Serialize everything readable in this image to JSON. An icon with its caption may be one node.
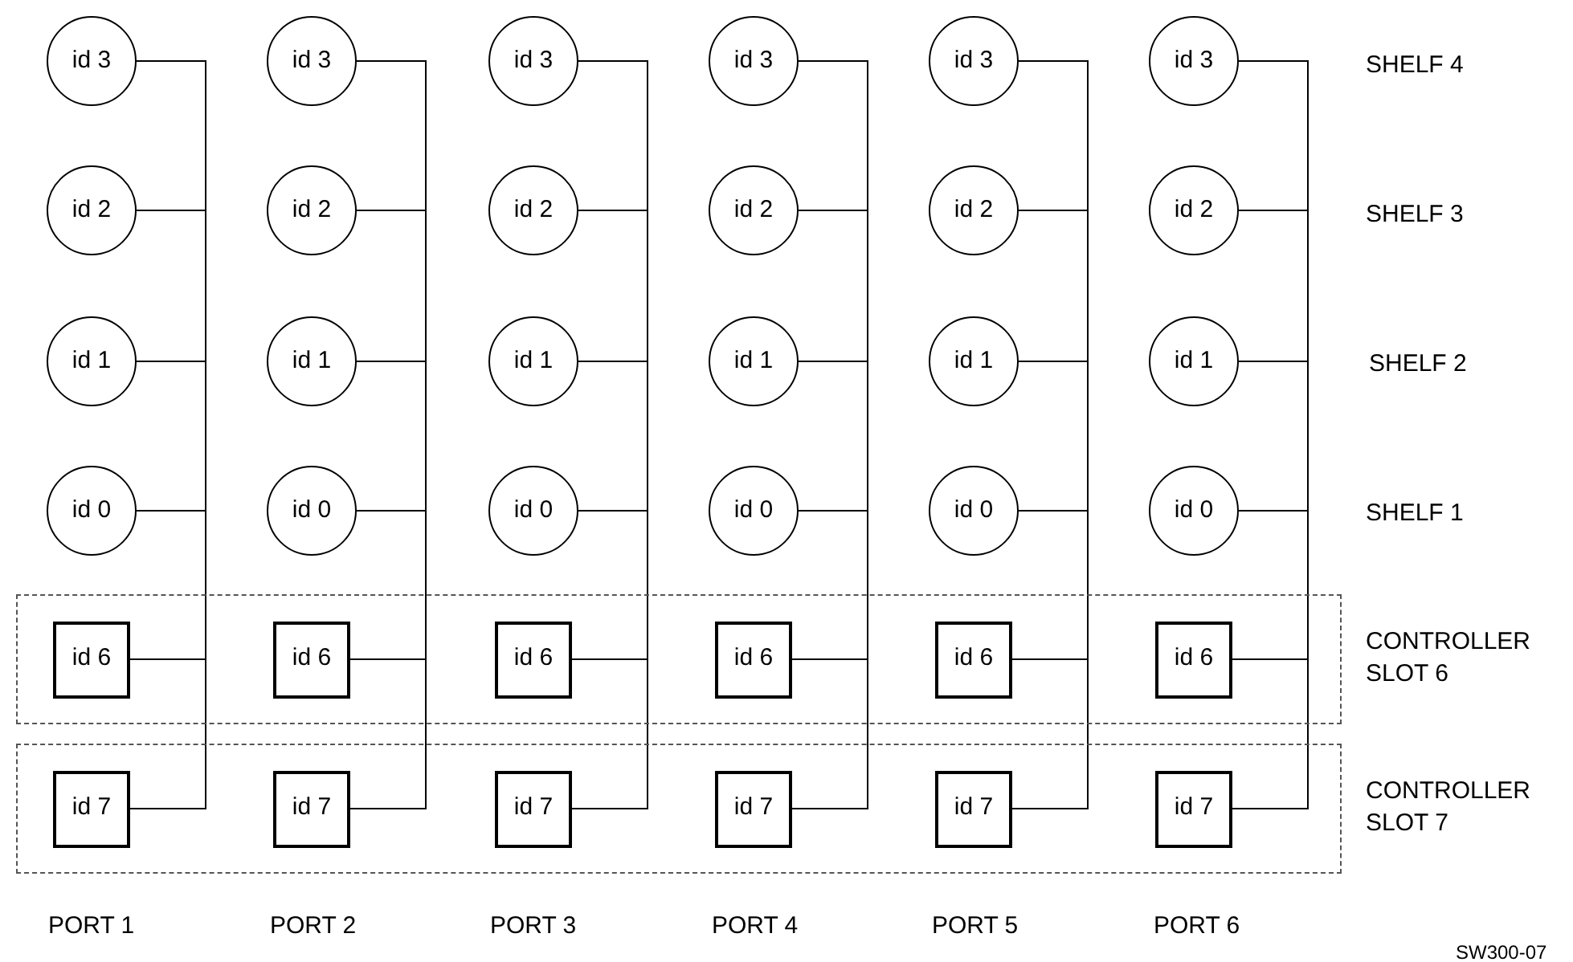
{
  "diagram": {
    "nodes": [
      {
        "text": [
          "id 3"
        ]
      },
      {
        "text": [
          "id 3"
        ]
      },
      {
        "text": [
          "id 3"
        ]
      },
      {
        "text": [
          "id 3"
        ]
      },
      {
        "text": [
          "id 3"
        ]
      },
      {
        "text": [
          "id 3"
        ]
      },
      {
        "text": [
          "id 2"
        ]
      },
      {
        "text": [
          "id 2"
        ]
      },
      {
        "text": [
          "id 2"
        ]
      },
      {
        "text": [
          "id 2"
        ]
      },
      {
        "text": [
          "id 2"
        ]
      },
      {
        "text": [
          "id 2"
        ]
      },
      {
        "text": [
          "id 1"
        ]
      },
      {
        "text": [
          "id 1"
        ]
      },
      {
        "text": [
          "id 1"
        ]
      },
      {
        "text": [
          "id 1"
        ]
      },
      {
        "text": [
          "id 1"
        ]
      },
      {
        "text": [
          "id 1"
        ]
      },
      {
        "text": [
          "id 0"
        ]
      },
      {
        "text": [
          "id 0"
        ]
      },
      {
        "text": [
          "id 0"
        ]
      },
      {
        "text": [
          "id 0"
        ]
      },
      {
        "text": [
          "id 0"
        ]
      },
      {
        "text": [
          "id 0"
        ]
      },
      {
        "text": [
          "CONTROLLER SLOT 6"
        ]
      },
      {
        "text": [
          "id 6"
        ],
        "in": 24
      },
      {
        "text": [
          "id 6"
        ],
        "in": 24
      },
      {
        "text": [
          "id 6"
        ],
        "in": 24
      },
      {
        "text": [
          "id 6"
        ],
        "in": 24
      },
      {
        "text": [
          "id 6"
        ],
        "in": 24
      },
      {
        "text": [
          "id 6"
        ],
        "in": 24
      },
      {
        "text": [
          "CONTROLLER SLOT 7"
        ]
      },
      {
        "text": [
          "id 7"
        ],
        "in": 31
      },
      {
        "text": [
          "id 7"
        ],
        "in": 31
      },
      {
        "text": [
          "id 7"
        ],
        "in": 31
      },
      {
        "text": [
          "id 7"
        ],
        "in": 31
      },
      {
        "text": [
          "id 7"
        ],
        "in": 31
      },
      {
        "text": [
          "id 7"
        ],
        "in": 31
      }
    ],
    "edges": [
      {
        "from": 0,
        "to": 6,
        "arrow": "none"
      },
      {
        "from": 6,
        "to": 12,
        "arrow": "none"
      },
      {
        "from": 12,
        "to": 18,
        "arrow": "none"
      },
      {
        "from": 18,
        "to": 25,
        "arrow": "none"
      },
      {
        "from": 25,
        "to": 32,
        "arrow": "none"
      },
      {
        "from": 1,
        "to": 7,
        "arrow": "none"
      },
      {
        "from": 7,
        "to": 13,
        "arrow": "none"
      },
      {
        "from": 13,
        "to": 19,
        "arrow": "none"
      },
      {
        "from": 19,
        "to": 26,
        "arrow": "none"
      },
      {
        "from": 26,
        "to": 33,
        "arrow": "none"
      },
      {
        "from": 2,
        "to": 8,
        "arrow": "none"
      },
      {
        "from": 8,
        "to": 14,
        "arrow": "none"
      },
      {
        "from": 14,
        "to": 20,
        "arrow": "none"
      },
      {
        "from": 20,
        "to": 27,
        "arrow": "none"
      },
      {
        "from": 27,
        "to": 34,
        "arrow": "none"
      },
      {
        "from": 3,
        "to": 9,
        "arrow": "none"
      },
      {
        "from": 9,
        "to": 15,
        "arrow": "none"
      },
      {
        "from": 15,
        "to": 21,
        "arrow": "none"
      },
      {
        "from": 21,
        "to": 28,
        "arrow": "none"
      },
      {
        "from": 28,
        "to": 35,
        "arrow": "none"
      },
      {
        "from": 4,
        "to": 10,
        "arrow": "none"
      },
      {
        "from": 10,
        "to": 16,
        "arrow": "none"
      },
      {
        "from": 16,
        "to": 22,
        "arrow": "none"
      },
      {
        "from": 22,
        "to": 29,
        "arrow": "none"
      },
      {
        "from": 29,
        "to": 36,
        "arrow": "none"
      },
      {
        "from": 5,
        "to": 11,
        "arrow": "none"
      },
      {
        "from": 11,
        "to": 17,
        "arrow": "none"
      },
      {
        "from": 17,
        "to": 23,
        "arrow": "none"
      },
      {
        "from": 23,
        "to": 30,
        "arrow": "none"
      },
      {
        "from": 30,
        "to": 37,
        "arrow": "none"
      }
    ],
    "labels": [
      "SHELF 4",
      "SHELF 3",
      "SHELF 2",
      "SHELF 1",
      "PORT 1",
      "PORT 2",
      "PORT 3",
      "PORT 4",
      "PORT 5",
      "PORT 6",
      "SW300-07"
    ]
  }
}
